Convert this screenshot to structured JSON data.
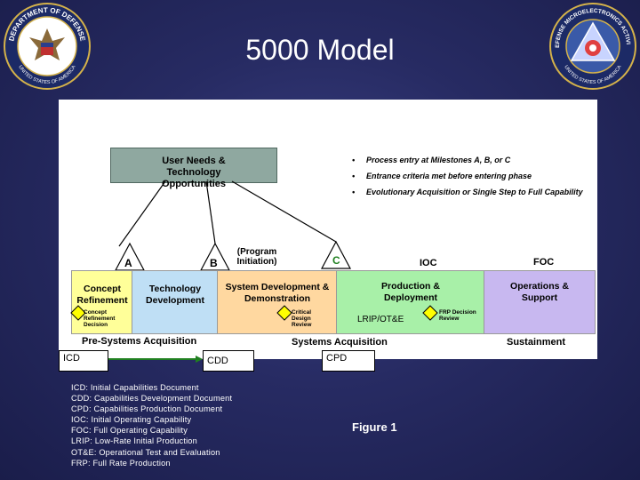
{
  "slide": {
    "title": "5000 Model",
    "figure_label": "Figure 1"
  },
  "seals": {
    "left_text": "DEPARTMENT OF DEFENSE",
    "left_bottom_text": "UNITED STATES OF AMERICA",
    "right_text": "DEFENSE MICROELECTRONICS ACTIVITY",
    "right_bottom_text": "UNITED STATES OF AMERICA"
  },
  "diagram": {
    "user_needs": "User Needs & Technology Opportunities",
    "bullets": [
      "Process entry at Milestones A, B, or C",
      "Entrance criteria met before entering phase",
      "Evolutionary Acquisition or Single Step to Full Capability"
    ],
    "milestones": {
      "a": "A",
      "b": "B",
      "b_note": "(Program Initiation)",
      "c": "C",
      "ioc": "IOC",
      "foc": "FOC"
    },
    "phases": {
      "concept_refinement": "Concept Refinement",
      "technology_development": "Technology Development",
      "sdd": "System Development & Demonstration",
      "production": "Production & Deployment",
      "operations": "Operations & Support"
    },
    "decisions": {
      "concept_decision": "Concept Refinement Decision",
      "design_review": "Critical Design Review",
      "lrip": "LRIP/OT&E",
      "frp_review": "FRP Decision Review"
    },
    "activities": {
      "pre": "Pre-Systems Acquisition",
      "systems": "Systems Acquisition",
      "sustainment": "Sustainment"
    },
    "documents": {
      "icd": "ICD",
      "cdd": "CDD",
      "cpd": "CPD"
    }
  },
  "glossary": [
    "ICD: Initial Capabilities Document",
    "CDD: Capabilities Development Document",
    "CPD: Capabilities Production Document",
    "IOC: Initial Operating Capability",
    "FOC: Full Operating Capability",
    "LRIP: Low-Rate Initial Production",
    "OT&E: Operational Test and Evaluation",
    "FRP: Full Rate Production"
  ],
  "colors": {
    "background": "#272b63",
    "concept": "#ffff99",
    "tech_dev": "#bfdff5",
    "sdd": "#ffd8a0",
    "production": "#a8f0a8",
    "operations": "#c8b8f0",
    "user_needs": "#8fa8a0",
    "diamond": "#ffff00"
  }
}
